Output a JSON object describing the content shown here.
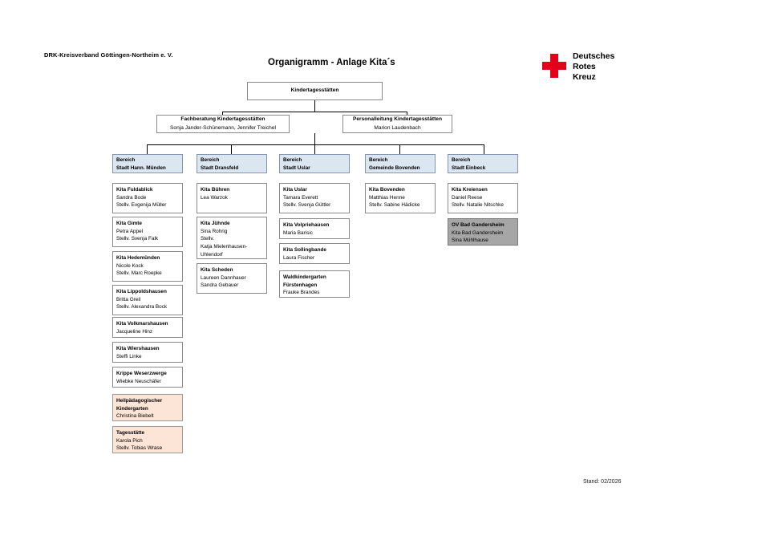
{
  "header": {
    "organization": "DRK-Kreisverband Göttingen-Northeim e. V.",
    "title": "Organigramm - Anlage Kita´s",
    "logo_line1": "Deutsches",
    "logo_line2": "Rotes",
    "logo_line3": "Kreuz",
    "logo_color": "#e2001a",
    "logo_icon": "red-cross-icon"
  },
  "footer": {
    "date": "Stand: 02/2026"
  },
  "colors": {
    "section_bg": "#dce6f1",
    "accent_bg": "#fce4d6",
    "gray_bg": "#a6a6a6",
    "box_border": "#8a8a8a",
    "brand_red": "#e2001a"
  },
  "top": {
    "root": {
      "title": "Kindertagesstätten"
    },
    "left": {
      "title": "Fachberatung Kindertagesstätten",
      "people": "Sonja Jander-Schünemann, Jennifer Treichel"
    },
    "right": {
      "title": "Personalleitung Kindertagesstätten",
      "people": "Marion Laudenbach"
    }
  },
  "columns": [
    {
      "section": {
        "line1": "Bereich",
        "line2": "Stadt Hann. Münden"
      },
      "items": [
        {
          "style": "plain",
          "lines": [
            "Kita Fuldablick",
            "Sandra Bode",
            "Stellv. Evgenija Müller"
          ]
        },
        {
          "style": "plain",
          "lines": [
            "Kita Gimte",
            "Petra Appel",
            "Stellv. Svenja Falk"
          ]
        },
        {
          "style": "plain",
          "lines": [
            "Kita Hedemünden",
            "Nicole Kock",
            "Stellv. Marc Roepke"
          ]
        },
        {
          "style": "plain",
          "lines": [
            "Kita Lippoldshausen",
            "Britta Greil",
            "Stellv. Alexandra Bock"
          ]
        },
        {
          "style": "plain",
          "lines": [
            "Kita Volkmarshausen",
            "Jacqueline Hinz"
          ]
        },
        {
          "style": "plain",
          "lines": [
            "Kita Wiershausen",
            "Steffi Linke"
          ]
        },
        {
          "style": "plain",
          "lines": [
            "Krippe Weserzwerge",
            "Wiebke Neuschäfer"
          ]
        },
        {
          "style": "accent",
          "lines": [
            "Heilpädagogischer",
            "Kindergarten",
            "Christina Biebelt"
          ]
        },
        {
          "style": "accent",
          "lines": [
            "Tagesstätte",
            "Karola Pich",
            "Stellv. Tobias Wrase"
          ]
        }
      ]
    },
    {
      "section": {
        "line1": "Bereich",
        "line2": "Stadt Dransfeld"
      },
      "items": [
        {
          "style": "plain",
          "lines": [
            "Kita Bühren",
            "Lea Warzok"
          ]
        },
        {
          "style": "plain",
          "lines": [
            "Kita Jühnde",
            "Sina Rohrig",
            "Stellv.",
            "Katja Mielenhausen-",
            "Uhlendorf"
          ]
        },
        {
          "style": "plain",
          "lines": [
            "Kita Scheden",
            "Laureen Dannhauer",
            "Sandra Gebauer"
          ]
        }
      ]
    },
    {
      "section": {
        "line1": "Bereich",
        "line2": "Stadt Uslar"
      },
      "items": [
        {
          "style": "plain",
          "lines": [
            "Kita Uslar",
            "Tamara Everett",
            "Stellv. Svenja Güttler"
          ]
        },
        {
          "style": "plain",
          "lines": [
            "Kita Volpriehausen",
            "Maria Barisic"
          ]
        },
        {
          "style": "plain",
          "lines": [
            "Kita Sollingbande",
            "Laura Fischer"
          ]
        },
        {
          "style": "plain",
          "lines": [
            "Waldkindergarten",
            "Fürstenhagen",
            "Frauke Brandes"
          ]
        }
      ]
    },
    {
      "section": {
        "line1": "Bereich",
        "line2": "Gemeinde Bovenden"
      },
      "items": [
        {
          "style": "plain",
          "lines": [
            "Kita Bovenden",
            "Matthias Henne",
            "Stellv. Sabine Hädicke"
          ]
        }
      ]
    },
    {
      "section": {
        "line1": "Bereich",
        "line2": "Stadt Einbeck"
      },
      "items": [
        {
          "style": "plain",
          "lines": [
            "Kita Kreiensen",
            "Daniel Reese",
            "Stellv. Natalie Nitschke"
          ]
        },
        {
          "style": "gray",
          "lines": [
            "OV Bad Gandersheim",
            "Kita Bad Gandersheim",
            "Sina Mühlhause"
          ]
        }
      ]
    }
  ]
}
